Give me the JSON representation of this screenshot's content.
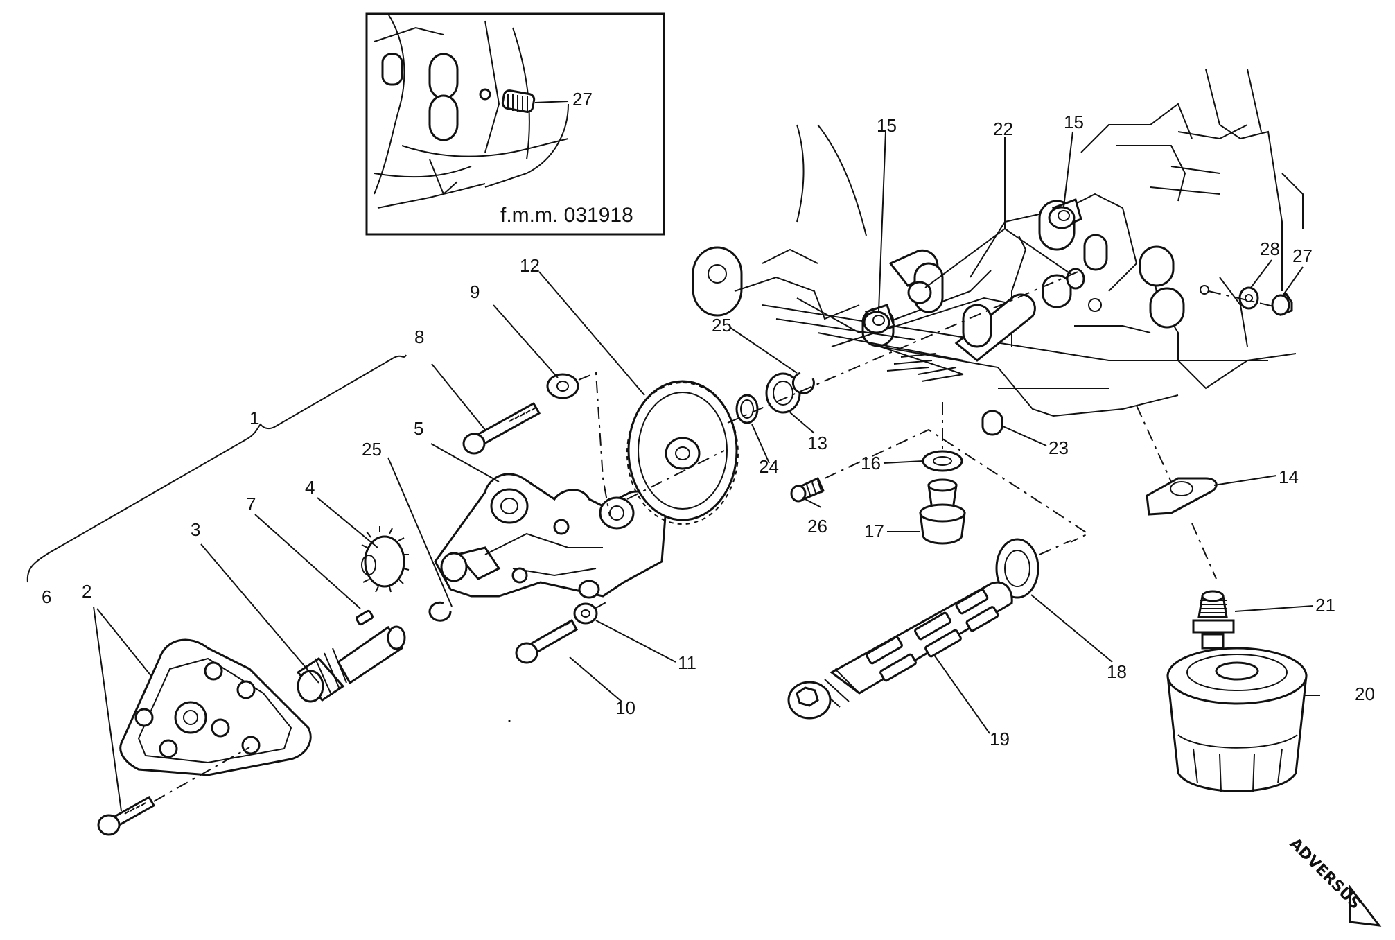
{
  "inset": {
    "reference": "f.m.m. 031918"
  },
  "callouts": [
    {
      "id": "c1",
      "text": "1"
    },
    {
      "id": "c2",
      "text": "2"
    },
    {
      "id": "c3",
      "text": "3"
    },
    {
      "id": "c4",
      "text": "4"
    },
    {
      "id": "c5",
      "text": "5"
    },
    {
      "id": "c6",
      "text": "6"
    },
    {
      "id": "c7",
      "text": "7"
    },
    {
      "id": "c8",
      "text": "8"
    },
    {
      "id": "c9",
      "text": "9"
    },
    {
      "id": "c10",
      "text": "10"
    },
    {
      "id": "c11",
      "text": "11"
    },
    {
      "id": "c12",
      "text": "12"
    },
    {
      "id": "c13",
      "text": "13"
    },
    {
      "id": "c14",
      "text": "14"
    },
    {
      "id": "c15a",
      "text": "15"
    },
    {
      "id": "c15b",
      "text": "15"
    },
    {
      "id": "c16",
      "text": "16"
    },
    {
      "id": "c17",
      "text": "17"
    },
    {
      "id": "c18",
      "text": "18"
    },
    {
      "id": "c19",
      "text": "19"
    },
    {
      "id": "c20",
      "text": "20"
    },
    {
      "id": "c21",
      "text": "21"
    },
    {
      "id": "c22",
      "text": "22"
    },
    {
      "id": "c23",
      "text": "23"
    },
    {
      "id": "c24",
      "text": "24"
    },
    {
      "id": "c25a",
      "text": "25"
    },
    {
      "id": "c25b",
      "text": "25"
    },
    {
      "id": "c26",
      "text": "26"
    },
    {
      "id": "c27a",
      "text": "27"
    },
    {
      "id": "c27b",
      "text": "27"
    },
    {
      "id": "c28",
      "text": "28"
    }
  ],
  "brand": {
    "text": "ADVERSUS"
  }
}
